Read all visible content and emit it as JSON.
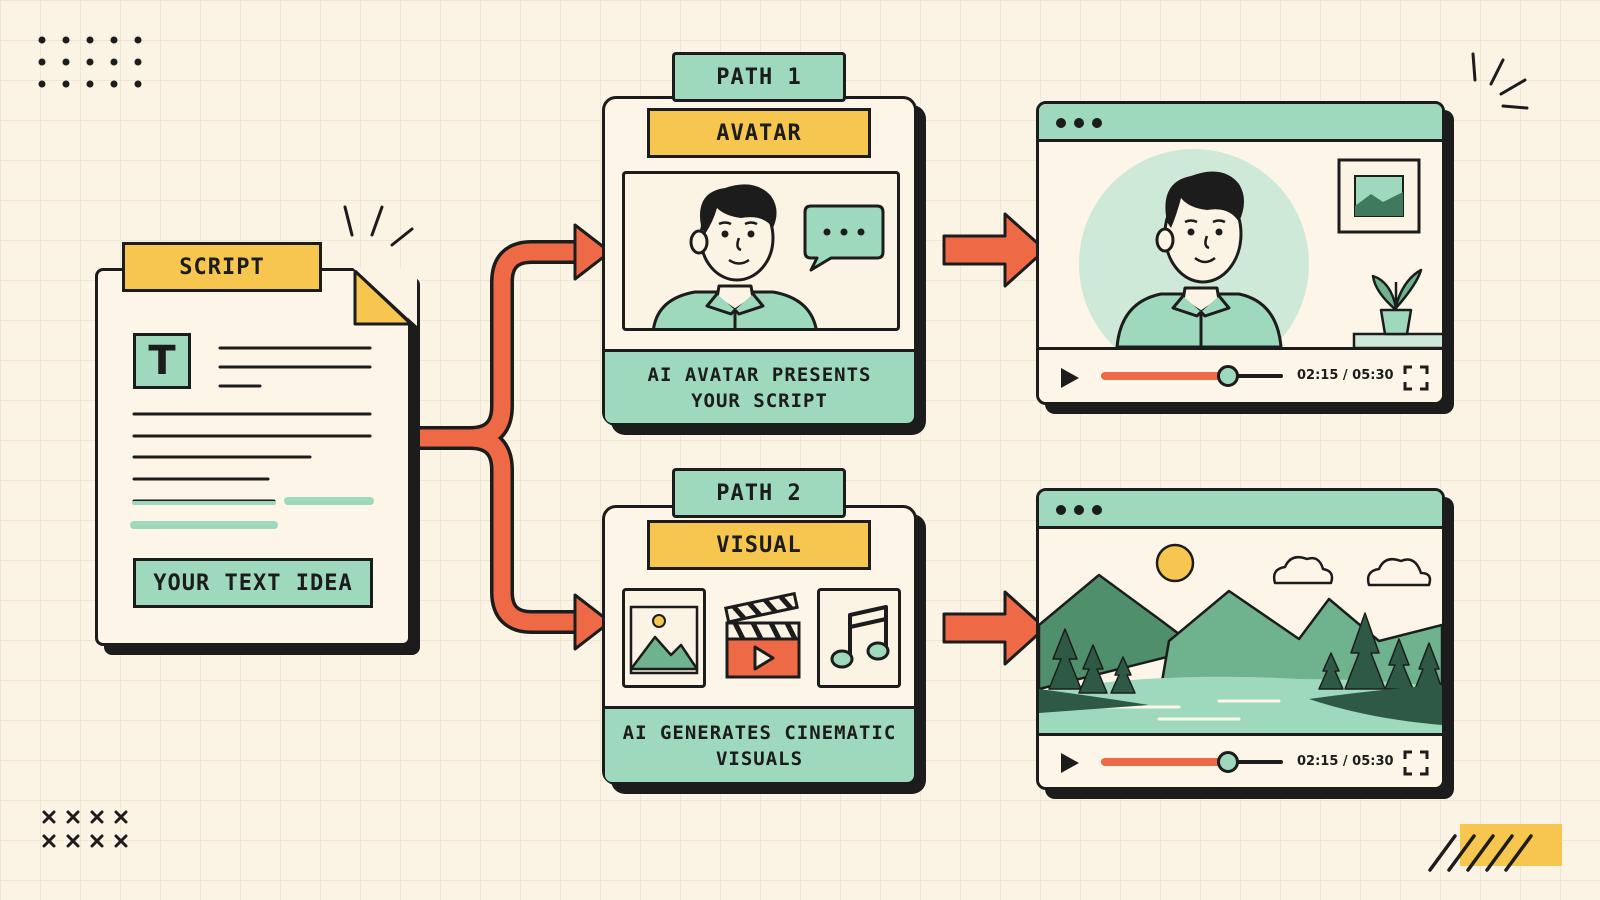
{
  "script_card": {
    "tab": "SCRIPT",
    "text_icon_letter": "T",
    "button": "YOUR TEXT IDEA"
  },
  "path1": {
    "tab": "PATH 1",
    "header": "AVATAR",
    "caption_line1": "AI AVATAR PRESENTS",
    "caption_line2": "YOUR SCRIPT"
  },
  "path2": {
    "tab": "PATH 2",
    "header": "VISUAL",
    "caption_line1": "AI GENERATES CINEMATIC",
    "caption_line2": "VISUALS"
  },
  "player1": {
    "time": "02:15 / 05:30",
    "progress": 0.7
  },
  "player2": {
    "time": "02:15 / 05:30",
    "progress": 0.7
  },
  "colors": {
    "background": "#fbf3e3",
    "mint": "#9ed9bd",
    "yellow": "#f6c64e",
    "arrow": "#ee6a47",
    "ink": "#1c1c1c",
    "forest": "#3f7a5f"
  }
}
